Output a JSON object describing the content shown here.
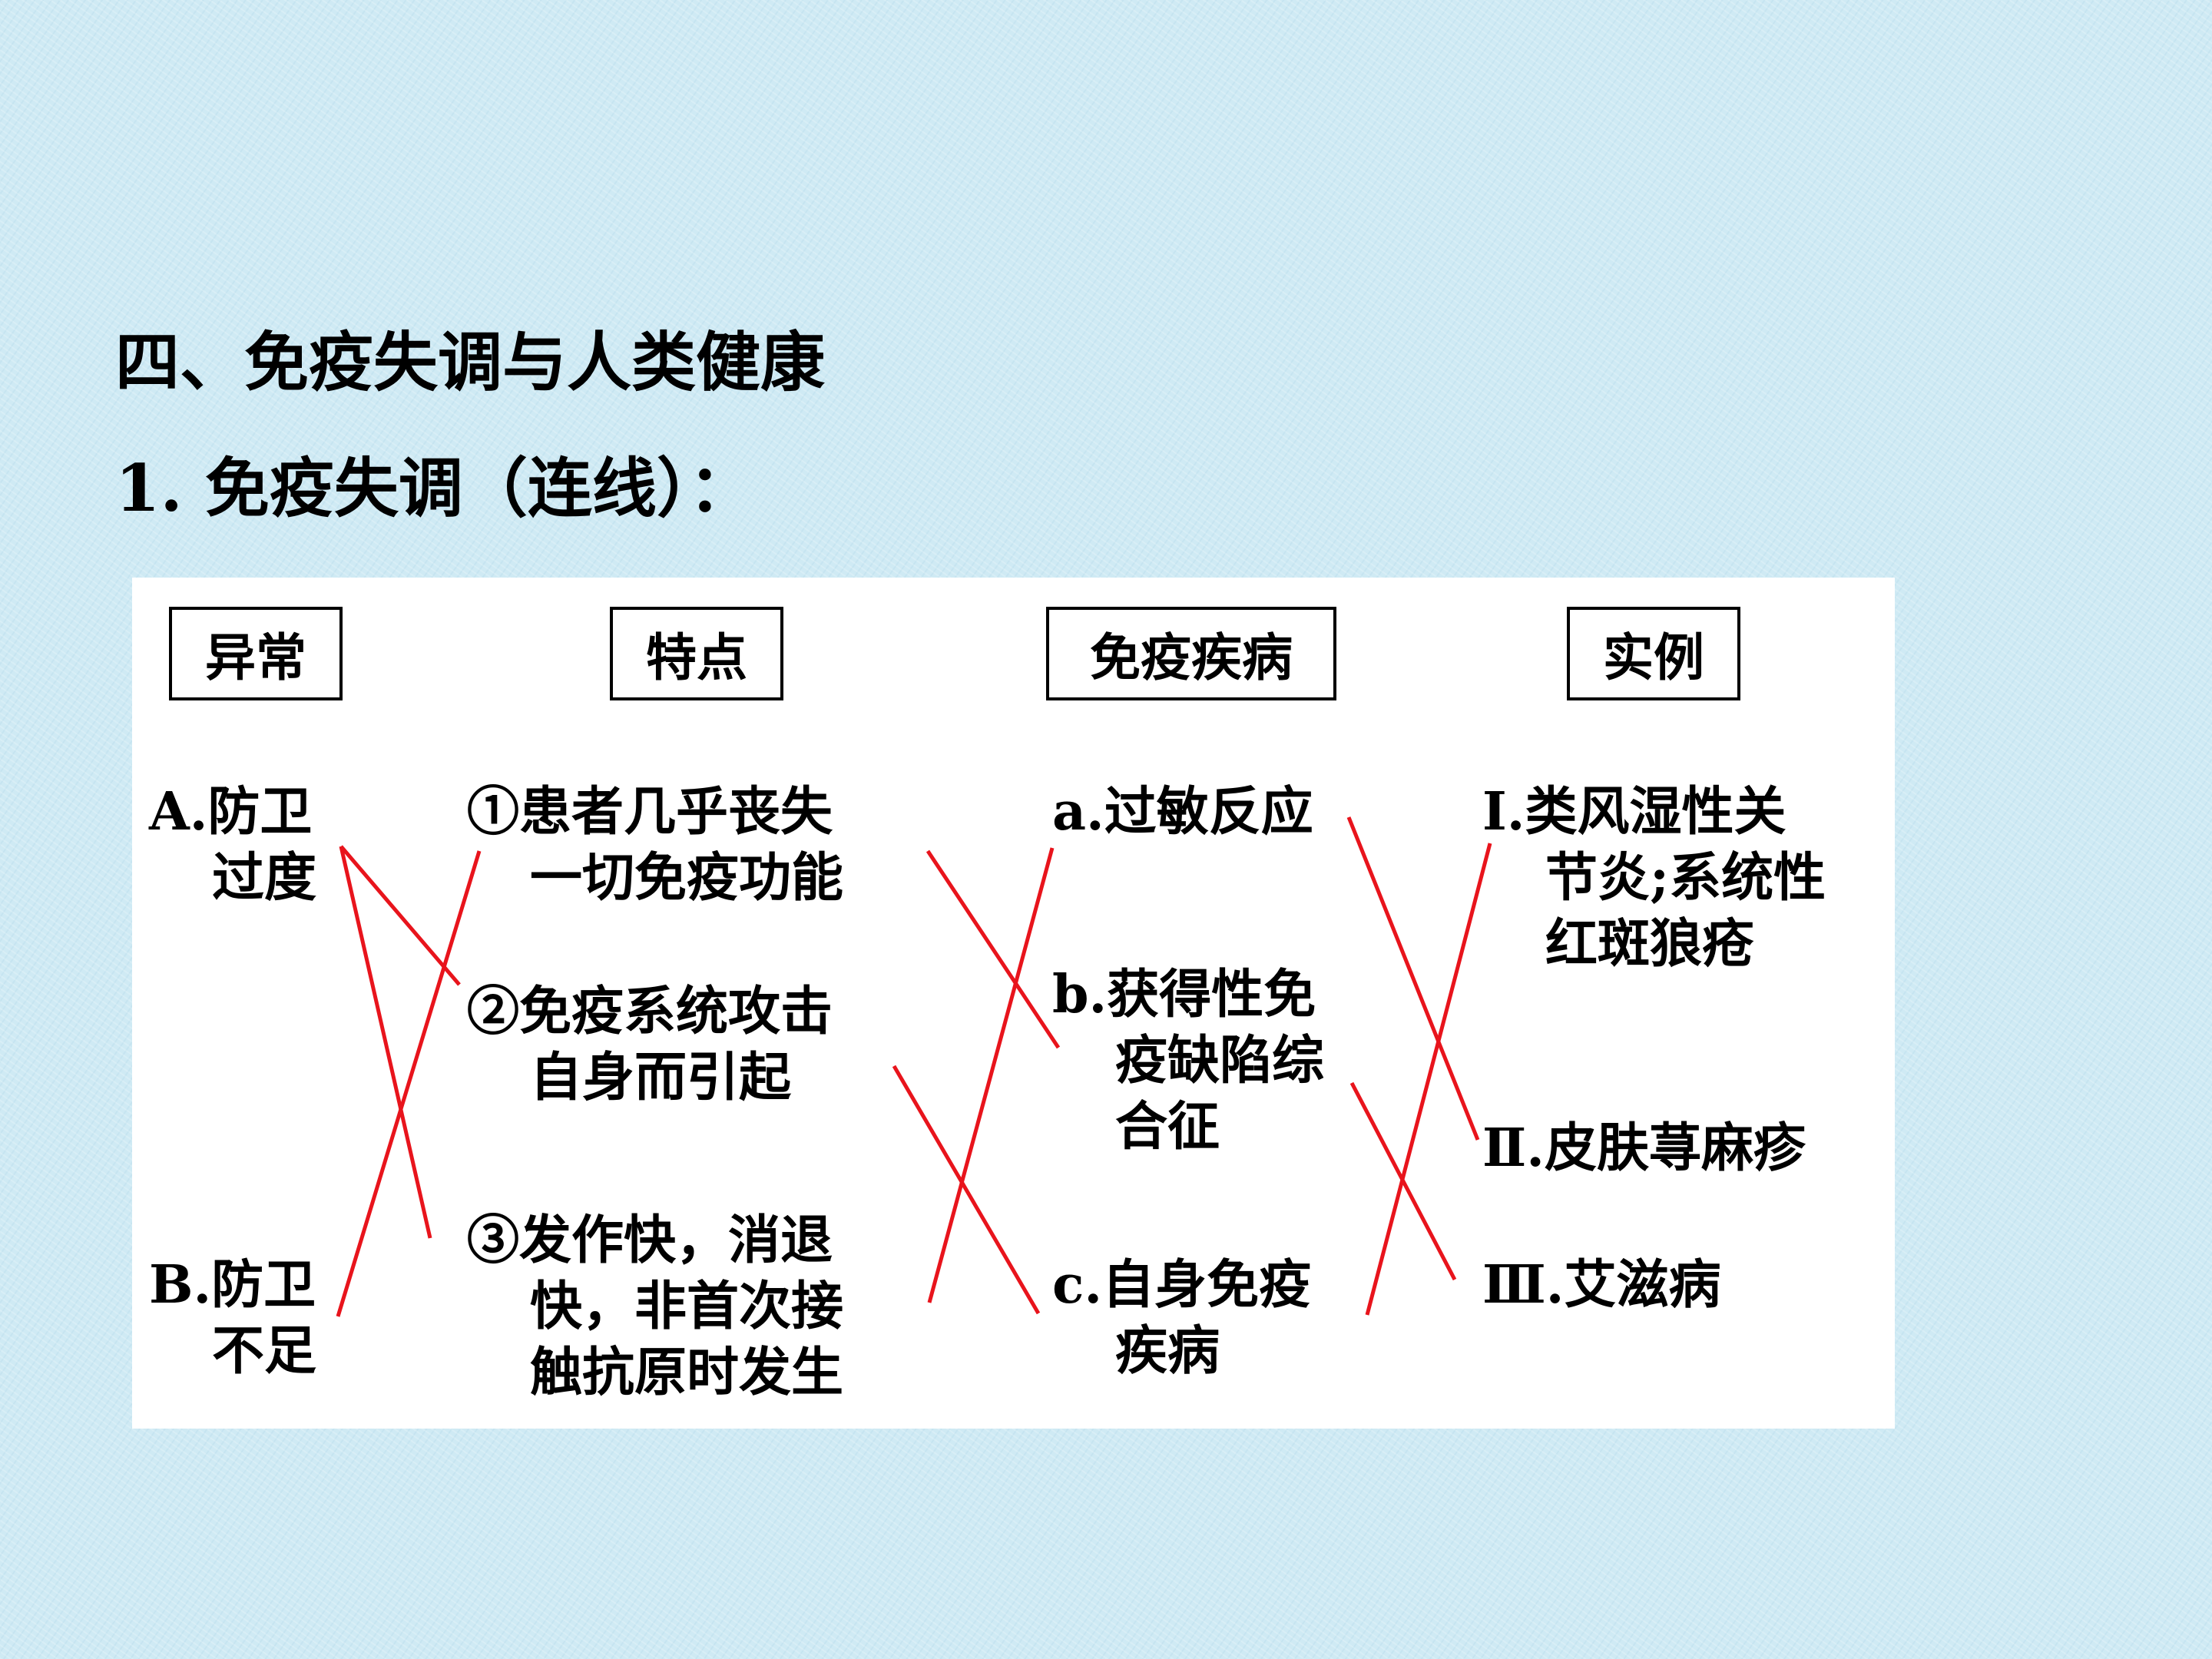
{
  "heading": {
    "title": "四、免疫失调与人类健康",
    "subtitle": "1. 免疫失调（连线）："
  },
  "columns": [
    {
      "header": "异常"
    },
    {
      "header": "特点"
    },
    {
      "header": "免疫疾病"
    },
    {
      "header": "实例"
    }
  ],
  "abnormal": [
    {
      "lines": [
        "A.防卫",
        "过度"
      ]
    },
    {
      "lines": [
        "B.防卫",
        "不足"
      ]
    }
  ],
  "features": [
    {
      "lines": [
        "①患者几乎丧失",
        "一切免疫功能"
      ]
    },
    {
      "lines": [
        "②免疫系统攻击",
        "自身而引起"
      ]
    },
    {
      "lines": [
        "③发作快，消退",
        "快，非首次接",
        "触抗原时发生"
      ]
    }
  ],
  "diseases": [
    {
      "lines": [
        "a.过敏反应"
      ]
    },
    {
      "lines": [
        "b.获得性免",
        "疫缺陷综",
        "合征"
      ]
    },
    {
      "lines": [
        "c.自身免疫",
        "疾病"
      ]
    }
  ],
  "examples": [
    {
      "lines": [
        "Ⅰ.类风湿性关",
        "节炎;系统性",
        "红斑狼疮"
      ]
    },
    {
      "lines": [
        "Ⅱ.皮肤荨麻疹"
      ]
    },
    {
      "lines": [
        "Ⅲ.艾滋病"
      ]
    }
  ],
  "connection_color": "#e8141c"
}
